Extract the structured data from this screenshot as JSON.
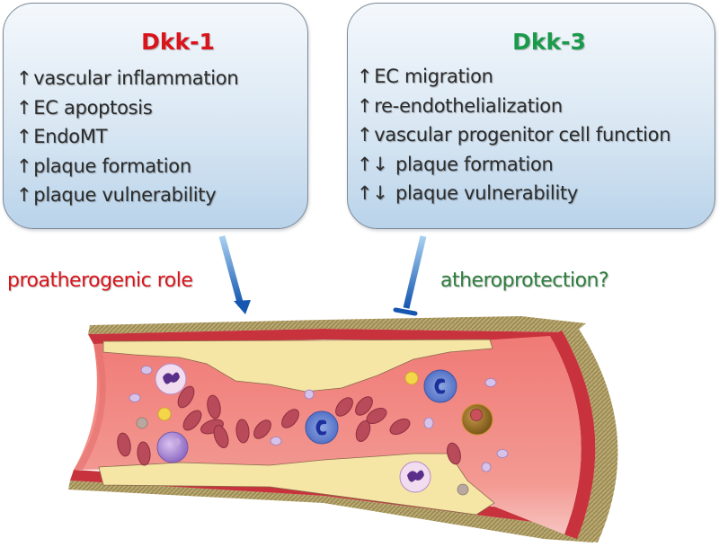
{
  "left_panel": {
    "title": "Dkk-1",
    "title_color": "#d9141b",
    "effects": [
      {
        "direction": "↑",
        "text": "vascular inflammation"
      },
      {
        "direction": "↑",
        "text": "EC apoptosis"
      },
      {
        "direction": "↑",
        "text": "EndoMT"
      },
      {
        "direction": "↑",
        "text": "plaque formation"
      },
      {
        "direction": "↑",
        "text": "plaque vulnerability"
      }
    ],
    "role_label": "proatherogenic role",
    "role_color": "#d9141b",
    "connector": "arrow"
  },
  "right_panel": {
    "title": "Dkk-3",
    "title_color": "#1a9a4a",
    "effects": [
      {
        "direction": "↑",
        "text": "EC migration"
      },
      {
        "direction": "↑",
        "text": "re-endothelialization"
      },
      {
        "direction": "↑",
        "text": "vascular progenitor cell function"
      },
      {
        "direction": "↑↓",
        "text": "plaque formation"
      },
      {
        "direction": "↑↓",
        "text": "plaque vulnerability"
      }
    ],
    "role_label": "atheroprotection?",
    "role_color": "#2e7d3e",
    "connector": "inhibition"
  },
  "illustration": {
    "subject": "atherosclerotic artery cross-section with plaque and blood cells",
    "colors": {
      "adventitia": "#9a8a52",
      "media": "#c8323c",
      "plaque": "#f6e6a6",
      "lumen": "#ef8a84",
      "red_blood_cell": "#b84a5a",
      "connector_arrow": "#1d63b8"
    }
  }
}
